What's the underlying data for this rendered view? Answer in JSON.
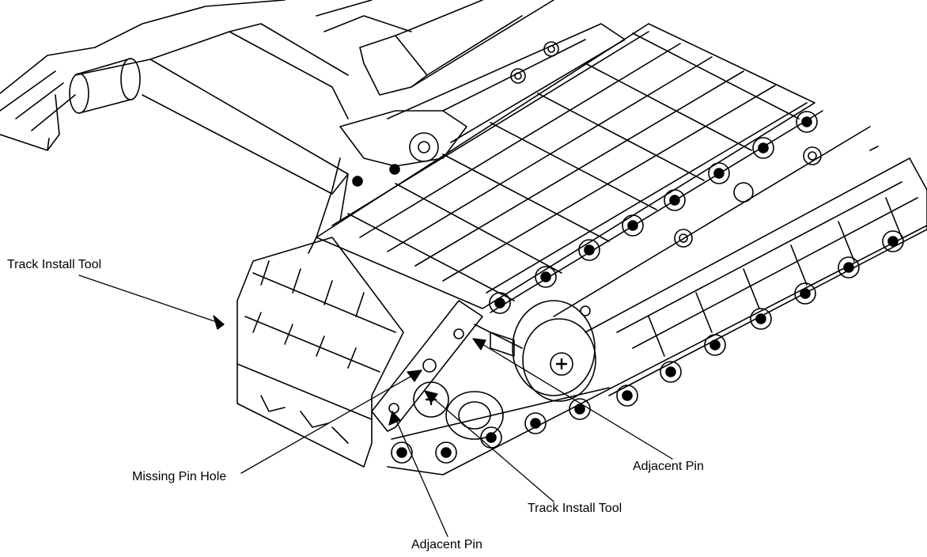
{
  "callouts": {
    "track_install_tool_left": "Track Install Tool",
    "missing_pin_hole": "Missing Pin Hole",
    "adjacent_pin_bottom": "Adjacent Pin",
    "track_install_tool_bottom": "Track Install Tool",
    "adjacent_pin_right": "Adjacent Pin"
  },
  "colors": {
    "line": "#000000",
    "background": "#ffffff"
  }
}
